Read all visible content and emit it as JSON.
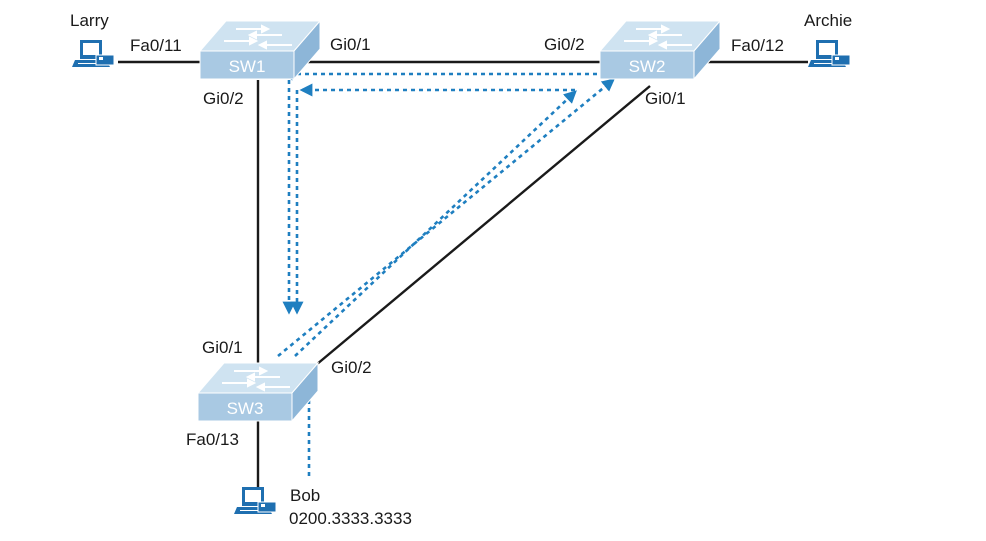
{
  "switches": {
    "sw1": {
      "label": "SW1"
    },
    "sw2": {
      "label": "SW2"
    },
    "sw3": {
      "label": "SW3"
    }
  },
  "hosts": {
    "larry": {
      "label": "Larry"
    },
    "archie": {
      "label": "Archie"
    },
    "bob": {
      "label": "Bob",
      "mac": "0200.3333.3333"
    }
  },
  "ports": {
    "sw1_fa0_11": "Fa0/11",
    "sw1_gi0_1": "Gi0/1",
    "sw1_gi0_2": "Gi0/2",
    "sw2_gi0_2": "Gi0/2",
    "sw2_fa0_12": "Fa0/12",
    "sw2_gi0_1": "Gi0/1",
    "sw3_gi0_1": "Gi0/1",
    "sw3_gi0_2": "Gi0/2",
    "sw3_fa0_13": "Fa0/13"
  },
  "colors": {
    "switch_top": "#cfe3f1",
    "switch_front": "#a9c9e3",
    "switch_side": "#8db6d8",
    "flow_arrow": "#1f7fc0",
    "pc_body": "#1f6fb0"
  }
}
